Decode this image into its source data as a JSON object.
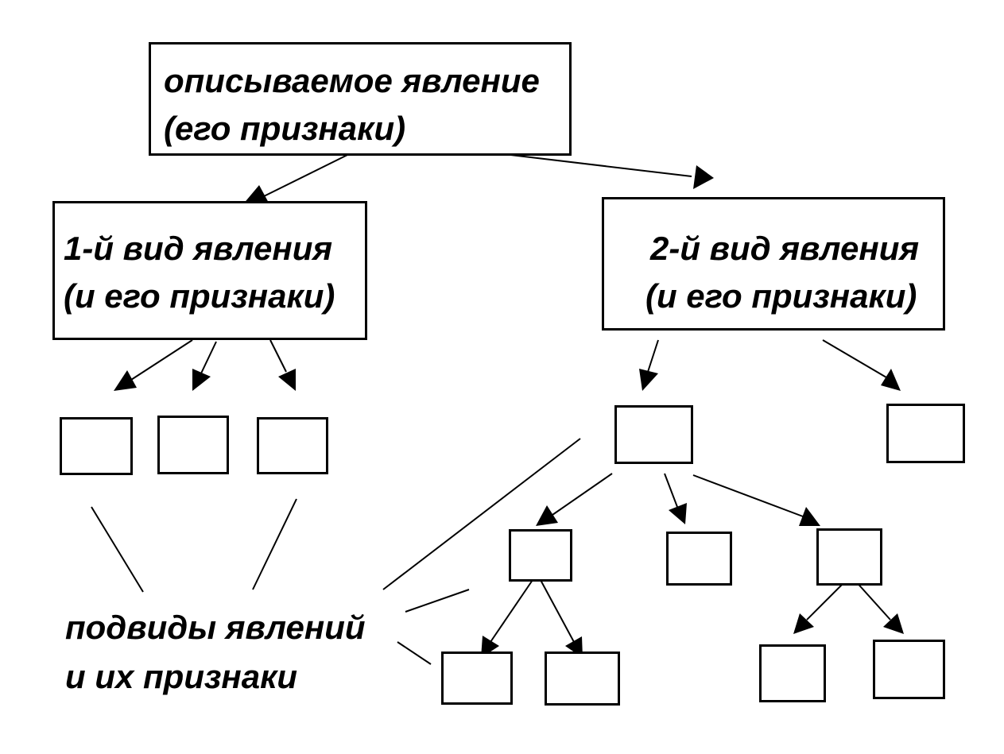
{
  "root": {
    "line1": "описываемое явление",
    "line2": "(его признаки)"
  },
  "type1": {
    "line1": "1-й вид явления",
    "line2": "(и его признаки)"
  },
  "type2": {
    "line1": "2-й вид явления",
    "line2": "(и его признаки)"
  },
  "subtypes_caption": {
    "line1": "подвиды явлений",
    "line2": "и их признаки"
  },
  "colors": {
    "background": "#ffffff",
    "ink": "#000000"
  }
}
